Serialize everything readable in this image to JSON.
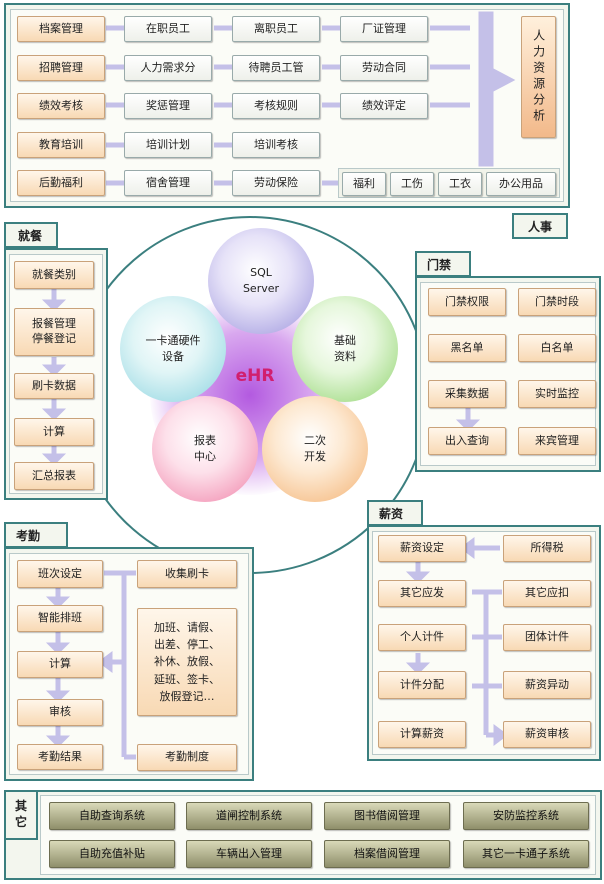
{
  "hr": {
    "label": "人事",
    "row1": [
      "档案管理",
      "在职员工",
      "离职员工",
      "厂证管理"
    ],
    "row2": [
      "招聘管理",
      "人力需求分",
      "待聘员工管",
      "劳动合同"
    ],
    "row3": [
      "绩效考核",
      "奖惩管理",
      "考核规则",
      "绩效评定"
    ],
    "row4": [
      "教育培训",
      "培训计划",
      "培训考核"
    ],
    "row5": [
      "后勤福利",
      "宿舍管理",
      "劳动保险",
      "福利",
      "工伤",
      "工衣",
      "办公用品"
    ],
    "analysis": "人力资源分析"
  },
  "dining": {
    "label": "就餐",
    "items": [
      "就餐类别",
      "报餐管理\n停餐登记",
      "刷卡数据",
      "计算",
      "汇总报表"
    ]
  },
  "access": {
    "label": "门禁",
    "items": [
      "门禁权限",
      "门禁时段",
      "黑名单",
      "白名单",
      "采集数据",
      "实时监控",
      "出入查询",
      "来宾管理"
    ]
  },
  "center": {
    "title": "eHR",
    "circles": [
      "SQL\nServer",
      "基础\n资料",
      "二次\n开发",
      "报表\n中心",
      "一卡通硬件\n设备"
    ]
  },
  "attendance": {
    "label": "考勤",
    "left": [
      "班次设定",
      "智能排班",
      "计算",
      "审核",
      "考勤结果"
    ],
    "right_top": "收集刷卡",
    "right_mid": "加班、请假、\n出差、停工、\n补休、放假、\n延班、签卡、\n放假登记…",
    "right_bottom": "考勤制度"
  },
  "salary": {
    "label": "薪资",
    "left": [
      "薪资设定",
      "其它应发",
      "个人计件",
      "计件分配",
      "计算薪资"
    ],
    "right": [
      "所得税",
      "其它应扣",
      "团体计件",
      "薪资异动",
      "薪资审核"
    ]
  },
  "other": {
    "label": "其\n它",
    "row1": [
      "自助查询系统",
      "道闸控制系统",
      "图书借阅管理",
      "安防监控系统"
    ],
    "row2": [
      "自助充值补贴",
      "车辆出入管理",
      "档案借阅管理",
      "其它一卡通子系统"
    ]
  }
}
